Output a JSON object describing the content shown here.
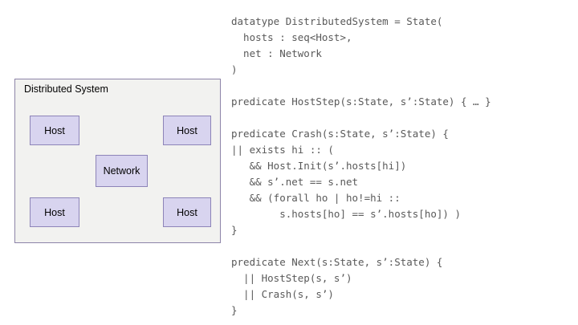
{
  "diagram": {
    "title": "Distributed System",
    "nodes": [
      {
        "id": "host-top-left",
        "label": "Host"
      },
      {
        "id": "host-top-right",
        "label": "Host"
      },
      {
        "id": "network",
        "label": "Network"
      },
      {
        "id": "host-bottom-left",
        "label": "Host"
      },
      {
        "id": "host-bottom-right",
        "label": "Host"
      }
    ],
    "colors": {
      "panel_fill": "#f2f2f0",
      "panel_border": "#8d84a8",
      "node_fill": "#d8d4ef",
      "node_border": "#8d84b8",
      "label_text": "#000000"
    }
  },
  "code": {
    "text_color": "#595959",
    "blocks": {
      "datatype": "datatype DistributedSystem = State(\n  hosts : seq<Host>,\n  net : Network\n)",
      "hoststep": "predicate HostStep(s:State, s’:State) { … }",
      "crash": "predicate Crash(s:State, s’:State) {\n|| exists hi :: (\n   && Host.Init(s’.hosts[hi])\n   && s’.net == s.net\n   && (forall ho | ho!=hi ::\n        s.hosts[ho] == s’.hosts[ho]) )\n}",
      "next": "predicate Next(s:State, s’:State) {\n  || HostStep(s, s’)\n  || Crash(s, s’)\n}"
    }
  }
}
